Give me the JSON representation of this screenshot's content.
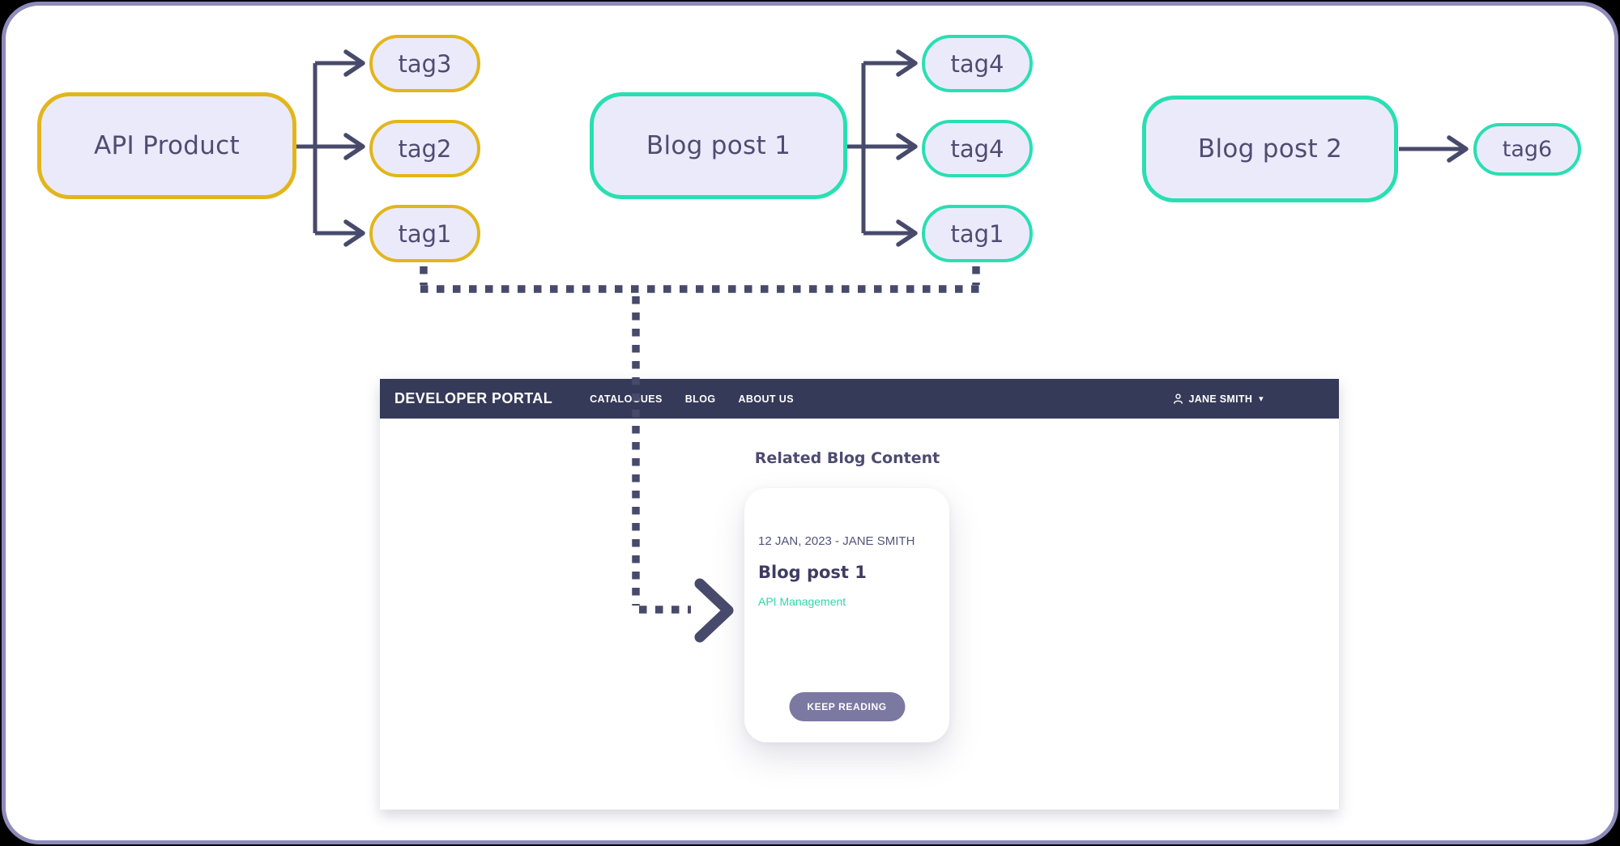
{
  "colors": {
    "canvas_border": "#8e8bbc",
    "accent_yellow": "#e2b61b",
    "accent_teal": "#29dfb2",
    "node_fill": "#ebeafb",
    "node_text": "#4f4c72",
    "connector": "#474a6b",
    "navbar_bg": "#363a59",
    "button_bg": "#7b78a2",
    "link_teal": "#2fd7a8"
  },
  "diagram": {
    "api_product": {
      "label": "API Product",
      "tags": [
        "tag3",
        "tag2",
        "tag1"
      ]
    },
    "blog_post_1": {
      "label": "Blog post 1",
      "tags": [
        "tag4",
        "tag4",
        "tag1"
      ]
    },
    "blog_post_2": {
      "label": "Blog post 2",
      "tags": [
        "tag6"
      ]
    }
  },
  "portal": {
    "brand": "DEVELOPER PORTAL",
    "nav_items": [
      "CATALOGUES",
      "BLOG",
      "ABOUT US"
    ],
    "user": {
      "name": "JANE SMITH",
      "caret": "▾"
    },
    "section_title": "Related Blog Content",
    "card": {
      "meta": "12 JAN, 2023 - JANE SMITH",
      "title": "Blog post 1",
      "tag": "API Management",
      "button_label": "KEEP READING"
    }
  }
}
